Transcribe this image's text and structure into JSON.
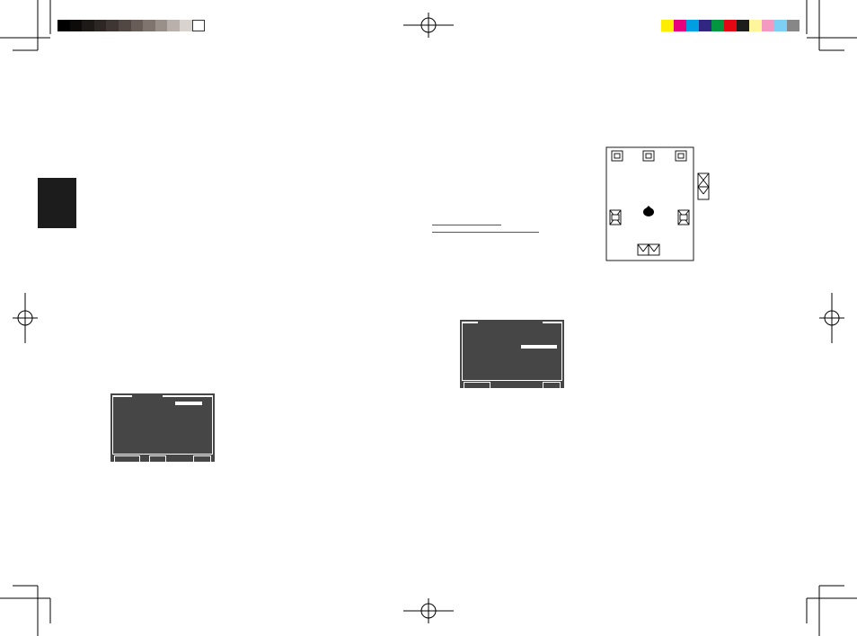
{
  "grayscale_bar": {
    "colors": [
      "#000000",
      "#0d0b0a",
      "#1c1917",
      "#2c2724",
      "#3d3632",
      "#514843",
      "#675c56",
      "#7f746e",
      "#9a908a",
      "#b8b0ab",
      "#d8d3cf",
      "#ffffff"
    ]
  },
  "color_bar": {
    "colors": [
      "#ffed00",
      "#e6007e",
      "#009fe3",
      "#312783",
      "#009640",
      "#e30613",
      "#1d1d1b",
      "#fff59b",
      "#f39ac1",
      "#7ecff4",
      "#878787"
    ]
  },
  "side_tab": {
    "color": "#1c1c1c"
  },
  "osd_panel": {
    "background": "#464646",
    "line_color": "#ffffff"
  },
  "speaker_diagram": {
    "front_speakers": 3,
    "side_speakers": 2,
    "rear_speakers": 2,
    "extra_speakers": 2,
    "listener_icon": "listener-icon"
  }
}
